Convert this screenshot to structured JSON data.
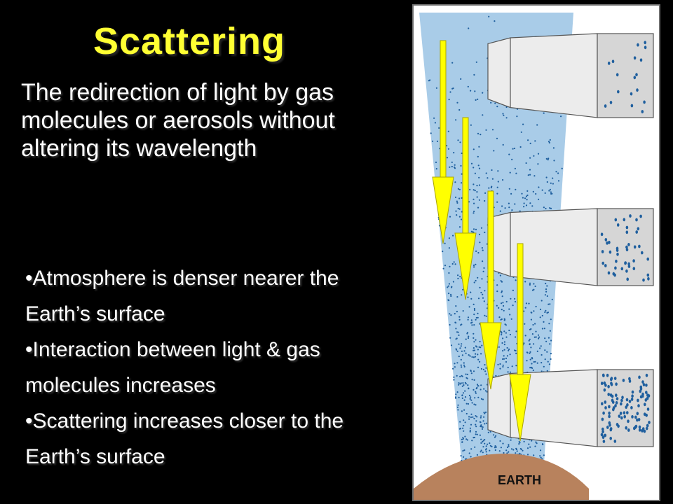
{
  "slide": {
    "title": "Scattering",
    "definition": "The redirection of light by gas molecules or aerosols without altering its wavelength",
    "bullets": [
      "Atmosphere is denser nearer the Earth’s surface",
      "Interaction between light & gas molecules increases",
      "Scattering increases closer to the Earth’s surface"
    ],
    "bullet_glyph": "•"
  },
  "figure": {
    "earth_label": "EARTH",
    "colors": {
      "atmosphere": "#a9cce8",
      "particles": "#1f5f9e",
      "arrow": "#ffff00",
      "earth": "#b8825d",
      "box_face": "#d6d6d6",
      "box_side": "#ececec"
    },
    "layer_density": [
      "low",
      "medium",
      "high"
    ]
  }
}
